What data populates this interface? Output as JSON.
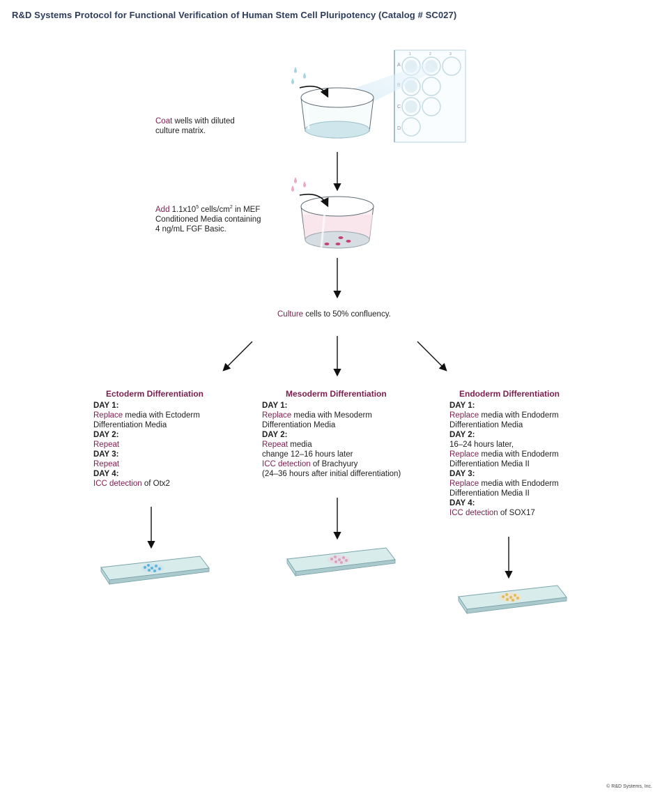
{
  "title": "R&D Systems Protocol for Functional Verification of Human Stem Cell Pluripotency (Catalog # SC027)",
  "plate_rows": [
    "A",
    "B",
    "C",
    "D"
  ],
  "plate_cols": [
    "1",
    "2",
    "3"
  ],
  "steps": {
    "coat": {
      "keyword": "Coat",
      "line1_rest": " wells with diluted",
      "line2": "culture matrix."
    },
    "add": {
      "keyword": "Add",
      "line1_a": " 1.1x10",
      "line1_sup1": "5",
      "line1_b": " cells/cm",
      "line1_sup2": "2",
      "line1_c": " in MEF",
      "line2": "Conditioned Media containing",
      "line3": "4 ng/mL FGF Basic."
    },
    "culture": {
      "keyword": "Culture",
      "rest": " cells to 50% confluency."
    }
  },
  "columns": {
    "ectoderm": {
      "heading": "Ectoderm Differentiation",
      "day1": "DAY 1:",
      "day1_kw": "Replace",
      "day1_rest": " media with Ectoderm",
      "day1_line2": "Differentiation Media",
      "day2": "DAY 2:",
      "day2_kw": "Repeat",
      "day3": "DAY 3:",
      "day3_kw": "Repeat",
      "day4": "DAY 4:",
      "day4_kw": "ICC detection",
      "day4_rest": " of Otx2"
    },
    "mesoderm": {
      "heading": "Mesoderm Differentiation",
      "day1": "DAY 1:",
      "day1_kw": "Replace",
      "day1_rest": " media with Mesoderm",
      "day1_line2": "Differentiation Media",
      "day2": "DAY 2:",
      "day2_kw": "Repeat",
      "day2_rest": " media",
      "day2_line2": "change 12–16 hours later",
      "icc_kw": "ICC detection",
      "icc_rest": " of Brachyury",
      "icc_line2": "(24–36 hours after initial differentiation)"
    },
    "endoderm": {
      "heading": "Endoderm Differentiation",
      "day1": "DAY 1:",
      "day1_kw": "Replace",
      "day1_rest": " media with Endoderm",
      "day1_line2": "Differentiation Media",
      "day2": "DAY 2:",
      "day2_line1": "16–24 hours later,",
      "day2_kw": "Replace",
      "day2_rest": " media with Endoderm",
      "day2_line3": "Differentiation Media II",
      "day3": "DAY 3:",
      "day3_kw": "Replace",
      "day3_rest": " media with Endoderm",
      "day3_line2": "Differentiation Media II",
      "day4": "DAY 4:",
      "day4_kw": "ICC detection",
      "day4_rest": " of SOX17"
    }
  },
  "copyright": "© R&D Systems, Inc.",
  "colors": {
    "accent": "#7a1e4e",
    "title": "#2d3c5a",
    "dish_outline": "#5f6b73",
    "liquid_blue": "#cfe6ec",
    "liquid_pink": "#f4d9e0",
    "cells_pink": "#c2427a",
    "slide": "#d9ecec",
    "stain_blue": "#5ab4dc",
    "stain_pink": "#d6a3bf",
    "stain_yellow": "#e2bb5a"
  }
}
